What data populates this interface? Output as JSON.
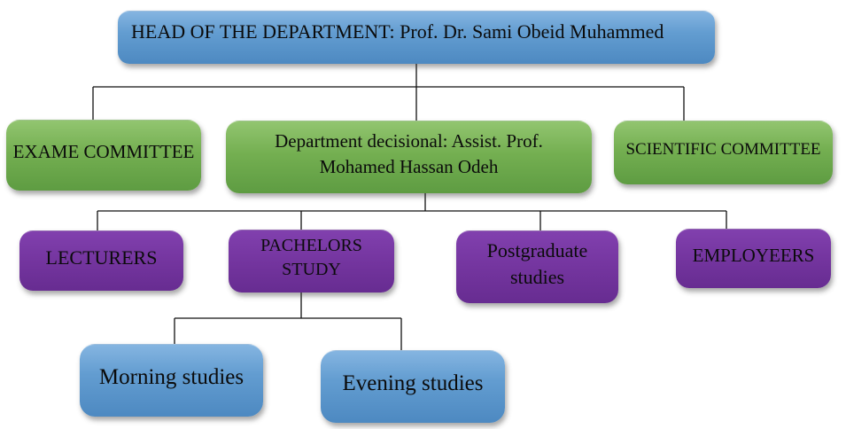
{
  "diagram": {
    "type": "org-chart",
    "colors": {
      "blue": "#5b97cd",
      "green": "#6fae4e",
      "purple": "#7334a1",
      "connector": "#111111",
      "text": "#0b0b0b",
      "background": "#ffffff"
    },
    "nodes": {
      "head": {
        "label": "HEAD OF THE DEPARTMENT: Prof. Dr. Sami Obeid Muhammed",
        "level": 1,
        "color": "blue"
      },
      "exame": {
        "label": "EXAME COMMITTEE",
        "level": 2,
        "color": "green"
      },
      "decisional": {
        "label": "Department decisional: Assist. Prof.\nMohamed Hassan Odeh",
        "level": 2,
        "color": "green"
      },
      "scientific": {
        "label": "SCIENTIFIC COMMITTEE",
        "level": 2,
        "color": "green"
      },
      "lecturers": {
        "label": "LECTURERS",
        "level": 3,
        "color": "purple"
      },
      "pachelors": {
        "label": "PACHELORS\nSTUDY",
        "level": 3,
        "color": "purple"
      },
      "postgraduate": {
        "label": "Postgraduate\nstudies",
        "level": 3,
        "color": "purple"
      },
      "employeers": {
        "label": "EMPLOYEERS",
        "level": 3,
        "color": "purple"
      },
      "morning": {
        "label": "Morning studies",
        "level": 4,
        "color": "blue"
      },
      "evening": {
        "label": "Evening studies",
        "level": 4,
        "color": "blue"
      }
    },
    "edges": [
      {
        "from": "head",
        "to": "exame"
      },
      {
        "from": "head",
        "to": "decisional"
      },
      {
        "from": "head",
        "to": "scientific"
      },
      {
        "from": "decisional",
        "to": "lecturers"
      },
      {
        "from": "decisional",
        "to": "pachelors"
      },
      {
        "from": "decisional",
        "to": "postgraduate"
      },
      {
        "from": "decisional",
        "to": "employeers"
      },
      {
        "from": "pachelors",
        "to": "morning"
      },
      {
        "from": "pachelors",
        "to": "evening"
      }
    ]
  }
}
